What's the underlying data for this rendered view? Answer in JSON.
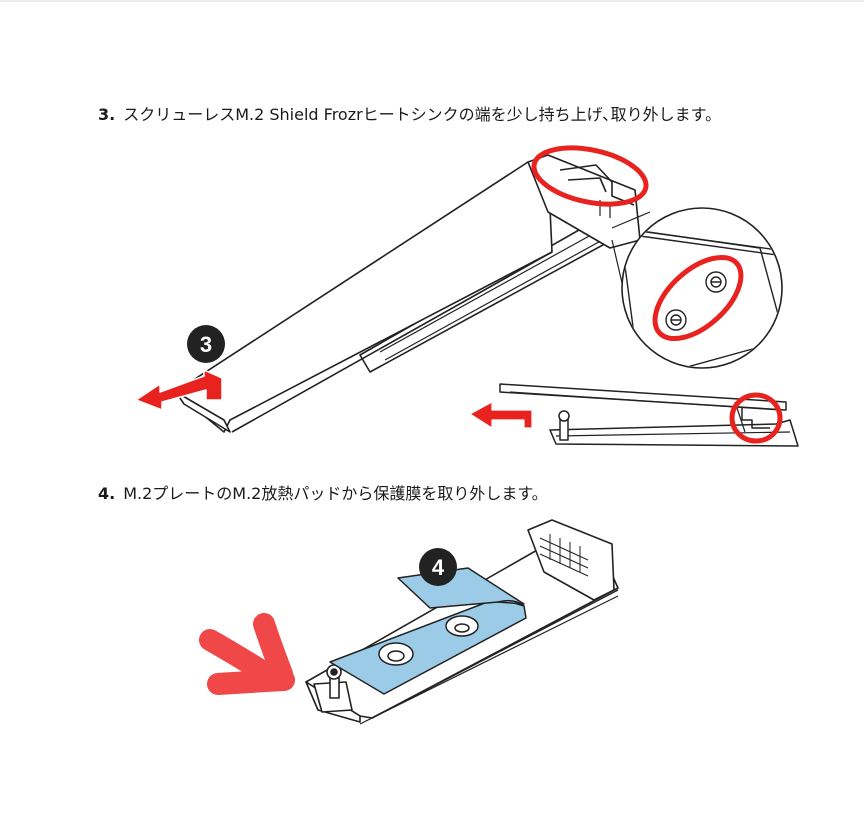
{
  "steps": [
    {
      "number": "3.",
      "text": "スクリューレスM.2 Shield Frozrヒートシンクの端を少し持ち上げ､取り外します。",
      "badge": "3"
    },
    {
      "number": "4.",
      "text": "M.2プレートのM.2放熱パッドから保護膜を取り外します。",
      "badge": "4"
    }
  ],
  "colors": {
    "highlight_red": "#e8231f",
    "thermal_pad_blue": "#9ccbe8",
    "marker_red": "#f04848",
    "line": "#222222"
  }
}
